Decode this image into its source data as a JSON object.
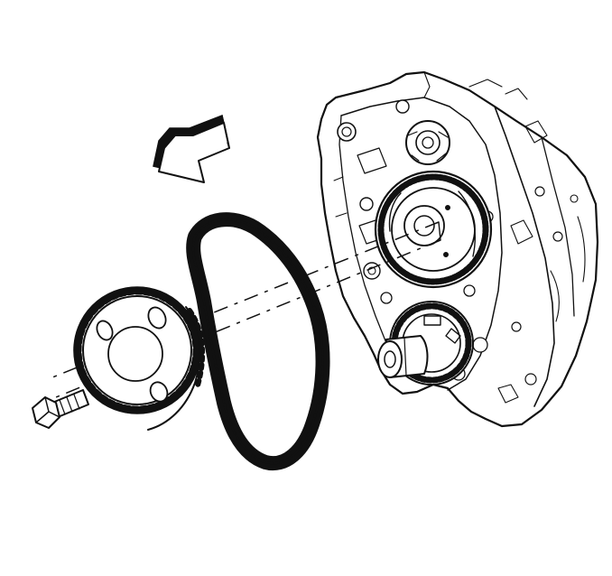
{
  "diagram": {
    "kind": "exploded-view line drawing",
    "parts": [
      "direction-arrow",
      "engine-block",
      "crankshaft-sprocket",
      "camshaft-gear",
      "timing-chain",
      "camshaft-sprocket",
      "sprocket-bolt",
      "alignment-axes"
    ],
    "colors": {
      "ink": "#111111",
      "paper": "#ffffff"
    }
  }
}
